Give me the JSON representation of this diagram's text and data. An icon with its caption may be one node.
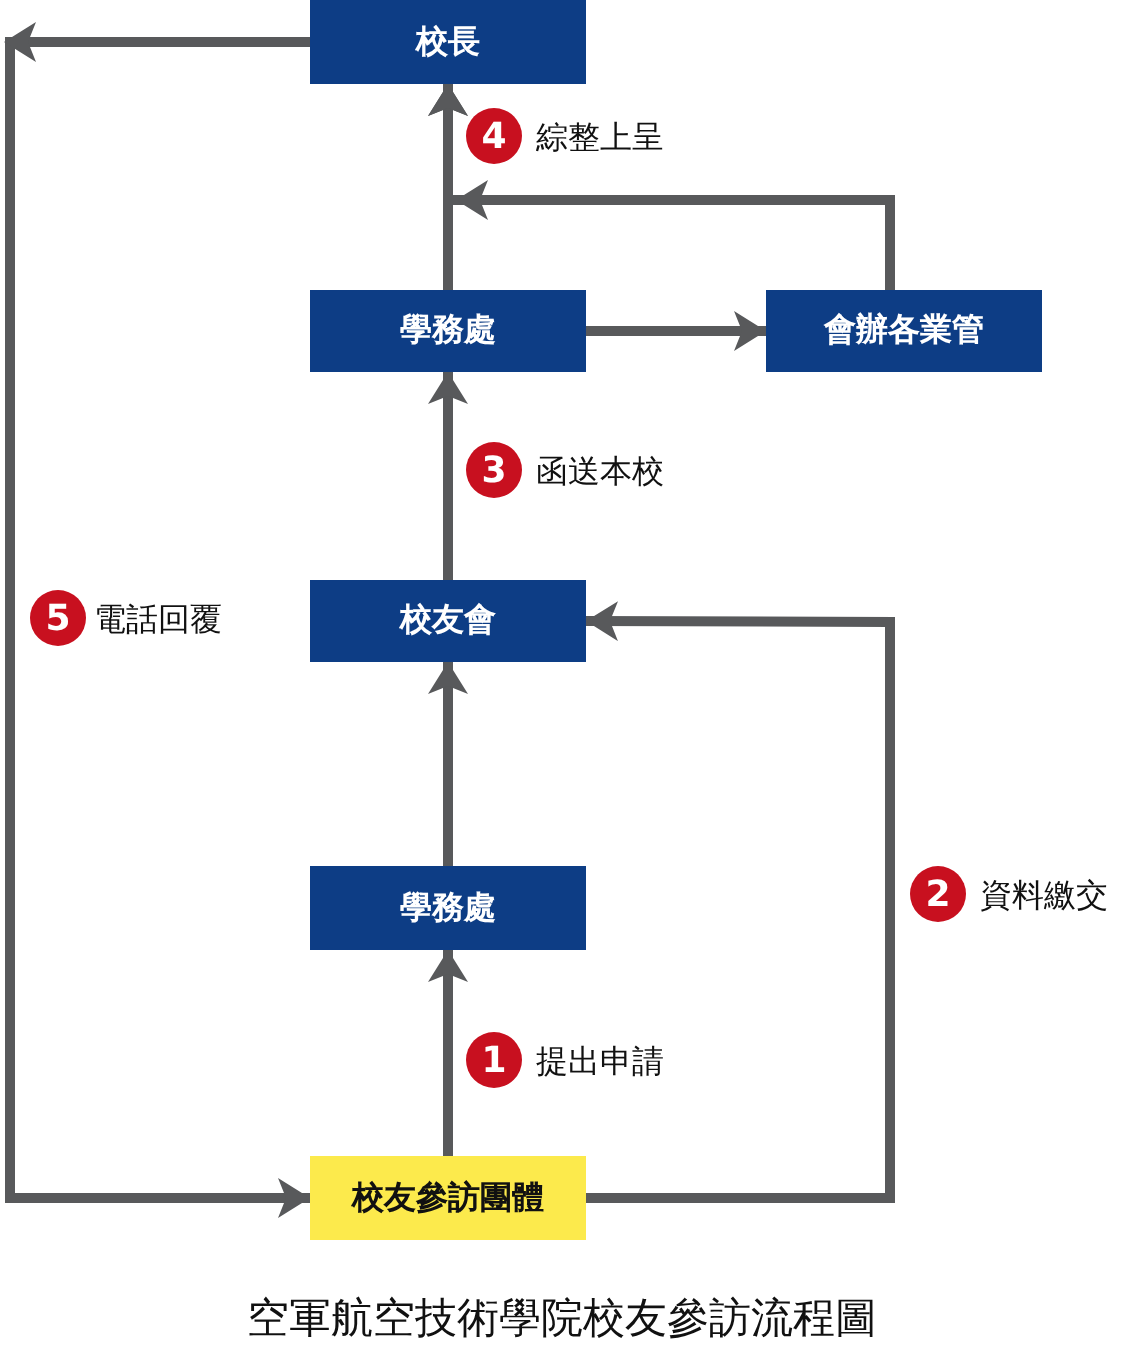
{
  "diagram": {
    "caption": "空軍航空技術學院校友參訪流程圖",
    "nodes": [
      {
        "text": [
          "校長"
        ]
      },
      {
        "text": [
          "學務處"
        ]
      },
      {
        "text": [
          "會辦各業管"
        ]
      },
      {
        "text": [
          "校友會"
        ]
      },
      {
        "text": [
          "學務處"
        ]
      },
      {
        "text": [
          "校友參訪團體"
        ]
      }
    ],
    "edges": [
      {
        "from": 5,
        "to": 4,
        "arrow": "to",
        "label": "提出申請"
      },
      {
        "from": 4,
        "to": 3,
        "arrow": "to"
      },
      {
        "from": 5,
        "to": 3,
        "arrow": "to",
        "label": "資料繳交"
      },
      {
        "from": 3,
        "to": 1,
        "arrow": "to",
        "label": "函送本校"
      },
      {
        "from": 1,
        "to": 0,
        "arrow": "to",
        "label": "綜整上呈"
      },
      {
        "from": 1,
        "to": 2,
        "arrow": "to"
      },
      {
        "from": 2,
        "to": 0,
        "arrow": "to"
      },
      {
        "from": 0,
        "to": 5,
        "arrow": "to",
        "label": "電話回覆"
      }
    ],
    "labels": [
      "1",
      "2",
      "3",
      "4",
      "5"
    ]
  }
}
